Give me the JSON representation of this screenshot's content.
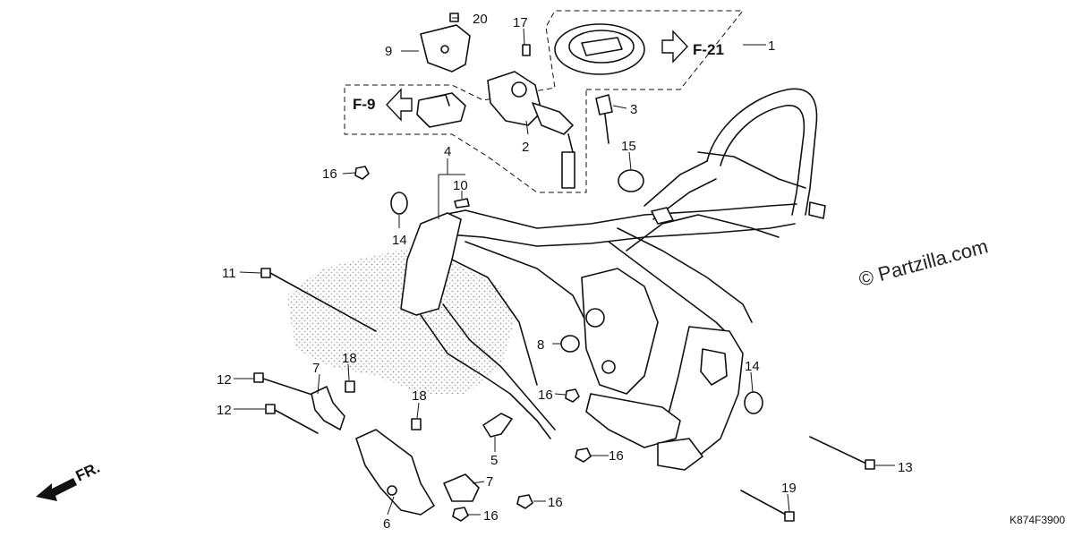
{
  "diagram": {
    "watermark": "© Partzilla.com",
    "diagram_code": "K874F3900",
    "direction_label": "FR.",
    "refs": {
      "f9": "F-9",
      "f21": "F-21"
    },
    "callouts": {
      "c1": "1",
      "c2": "2",
      "c3": "3",
      "c4": "4",
      "c5": "5",
      "c6": "6",
      "c7a": "7",
      "c7b": "7",
      "c8": "8",
      "c9": "9",
      "c10": "10",
      "c11": "11",
      "c12a": "12",
      "c12b": "12",
      "c13": "13",
      "c14a": "14",
      "c14b": "14",
      "c15": "15",
      "c16a": "16",
      "c16b": "16",
      "c16c": "16",
      "c16d": "16",
      "c16e": "16",
      "c17": "17",
      "c18a": "18",
      "c18b": "18",
      "c19": "19",
      "c20": "20"
    }
  }
}
